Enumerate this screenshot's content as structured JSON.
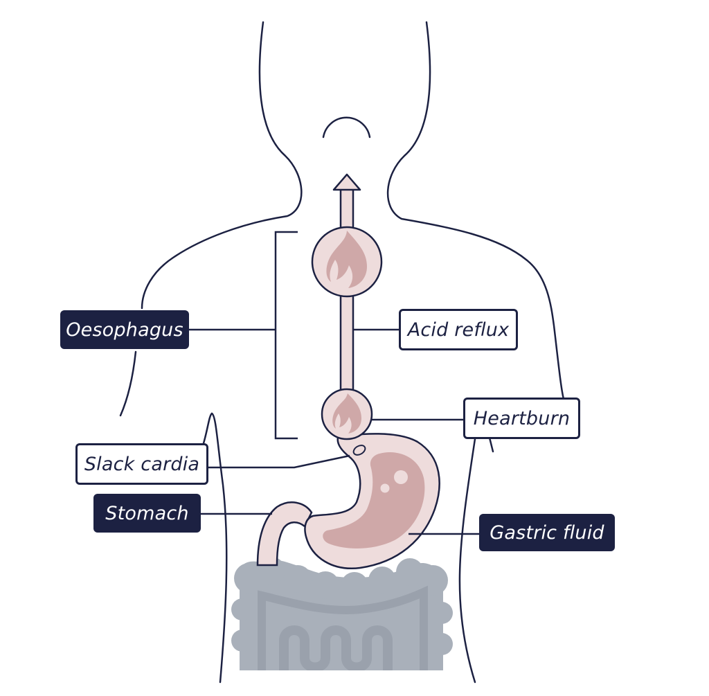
{
  "labels": {
    "oesophagus": "Oesophagus",
    "acid_reflux": "Acid reflux",
    "heartburn": "Heartburn",
    "slack_cardia": "Slack cardia",
    "stomach": "Stomach",
    "gastric_fluid": "Gastric fluid"
  },
  "colors": {
    "outline": "#1c2142",
    "dark_label_bg": "#1c2142",
    "organ_fill": "#eedcdc",
    "fluid_fill": "#cfa8a8",
    "intestine_fill": "#a9b0ba",
    "intestine_inner": "#9aa1ac"
  },
  "icons": [
    "flame-icon",
    "upward-arrow-icon"
  ]
}
